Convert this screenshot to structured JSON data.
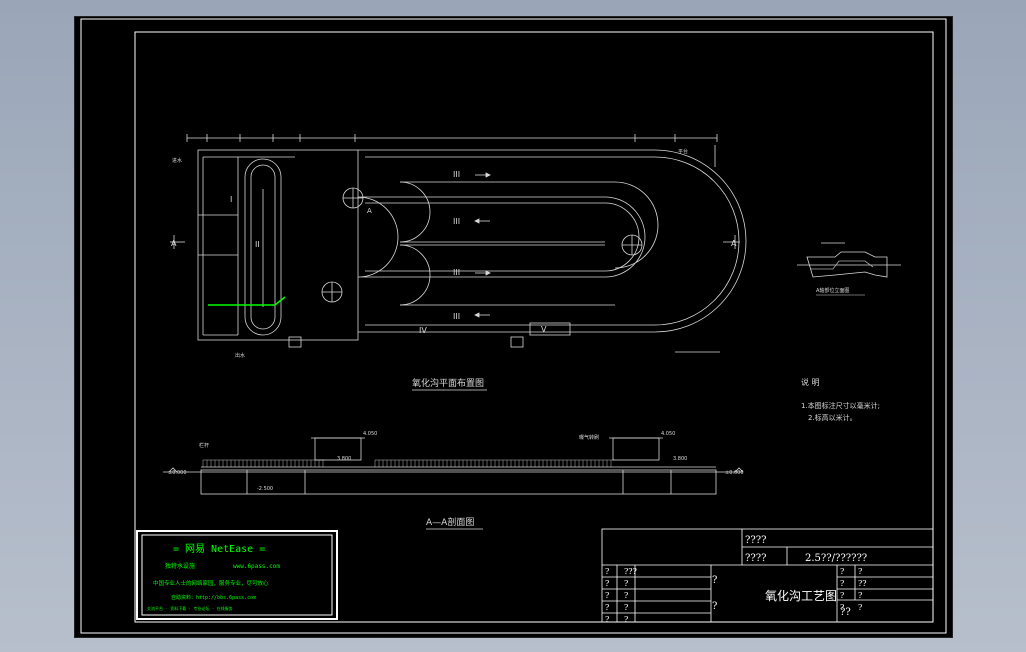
{
  "drawing": {
    "plan_title": "氧化沟平面布置图",
    "section_title": "A—A剖面图",
    "section_marker": "A",
    "detail_title": "A轴部位立面图",
    "notes": {
      "heading": "说 明",
      "items": [
        "1.本图标注尺寸以毫米计;",
        "2.标高以米计。"
      ]
    },
    "plan_labels": {
      "channel_roman": [
        "III",
        "III",
        "III",
        "III"
      ],
      "zone_I": "I",
      "zone_II": "II",
      "zone_IV": "IV",
      "zone_V": "V",
      "label_A": "A",
      "inlet": "进水",
      "outlet": "出水",
      "walkway": "平台"
    },
    "section_labels": {
      "elev_left": "4.050",
      "elev_right": "4.050",
      "elev_top_left": "±0.000",
      "elev_top_right": "±0.000",
      "water_left": "3.800",
      "water_right": "3.800",
      "bottom": "-2.500",
      "rail": "栏杆",
      "note_right": "曝气转刷"
    }
  },
  "title_block": {
    "field_top_1": "????",
    "field_top_2": "????",
    "scale_value": "2.5??/??????",
    "drawing_name": "氧化沟工艺图",
    "q_mark": "?",
    "q_mark_2": "?",
    "right_mark": "??",
    "rows_left": [
      [
        "?",
        "???"
      ],
      [
        "?",
        "?"
      ],
      [
        "?",
        "?"
      ],
      [
        "?",
        "?"
      ],
      [
        "?",
        "?"
      ]
    ],
    "rows_right": [
      [
        "?",
        "?"
      ],
      [
        "?",
        "??"
      ],
      [
        "?",
        "?"
      ],
      [
        "?",
        "?"
      ]
    ]
  },
  "stamp": {
    "title": "=  网易  NetEase  =",
    "subtitle": "独特水设施",
    "url": "www.6pass.com",
    "line1": "中国专业人士的网络家园，服务专业，尽可放心",
    "line2": "自助资料：http://bbs.6pass.com",
    "line3": "交流平台 · 资料下载 · 专业论坛 · 在线服务"
  },
  "colors": {
    "background": "#000000",
    "frame": "#ffffff",
    "geometry": "#d8d8d8",
    "stamp_border": "#ffffff",
    "stamp_text": "#00ff00"
  }
}
